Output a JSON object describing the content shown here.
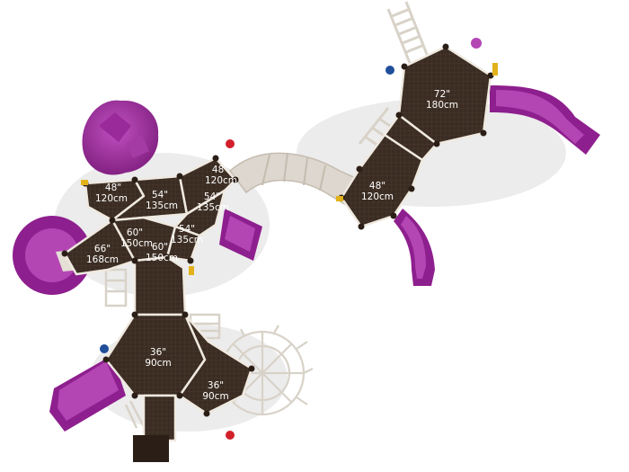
{
  "platform_labels": [
    {
      "id": "p1",
      "in": "48\"",
      "cm": "120cm"
    },
    {
      "id": "p2",
      "in": "54\"",
      "cm": "135cm"
    },
    {
      "id": "p3",
      "in": "48\"",
      "cm": "120cm"
    },
    {
      "id": "p4",
      "in": "54\"",
      "cm": "135cm"
    },
    {
      "id": "p5",
      "in": "54\"",
      "cm": "135cm"
    },
    {
      "id": "p6",
      "in": "60\"",
      "cm": "150cm"
    },
    {
      "id": "p7",
      "in": "60\"",
      "cm": "150cm"
    },
    {
      "id": "p8",
      "in": "66\"",
      "cm": "168cm"
    },
    {
      "id": "p9",
      "in": "36\"",
      "cm": "90cm"
    },
    {
      "id": "p10",
      "in": "36\"",
      "cm": "90cm"
    },
    {
      "id": "p11",
      "in": "48\"",
      "cm": "120cm"
    },
    {
      "id": "p12",
      "in": "72\"",
      "cm": "180cm"
    }
  ],
  "colors": {
    "deck": "#3a2c22",
    "deck_grid": "#5a4838",
    "slide": "#8e1f8e",
    "slide_light": "#b446b4",
    "tube": "#ddd7cf",
    "frame": "#efe9e0",
    "post": "#2b1e16",
    "accent_red": "#d2202a",
    "accent_blue": "#1f4e9a",
    "accent_yellow": "#e2b21a"
  }
}
